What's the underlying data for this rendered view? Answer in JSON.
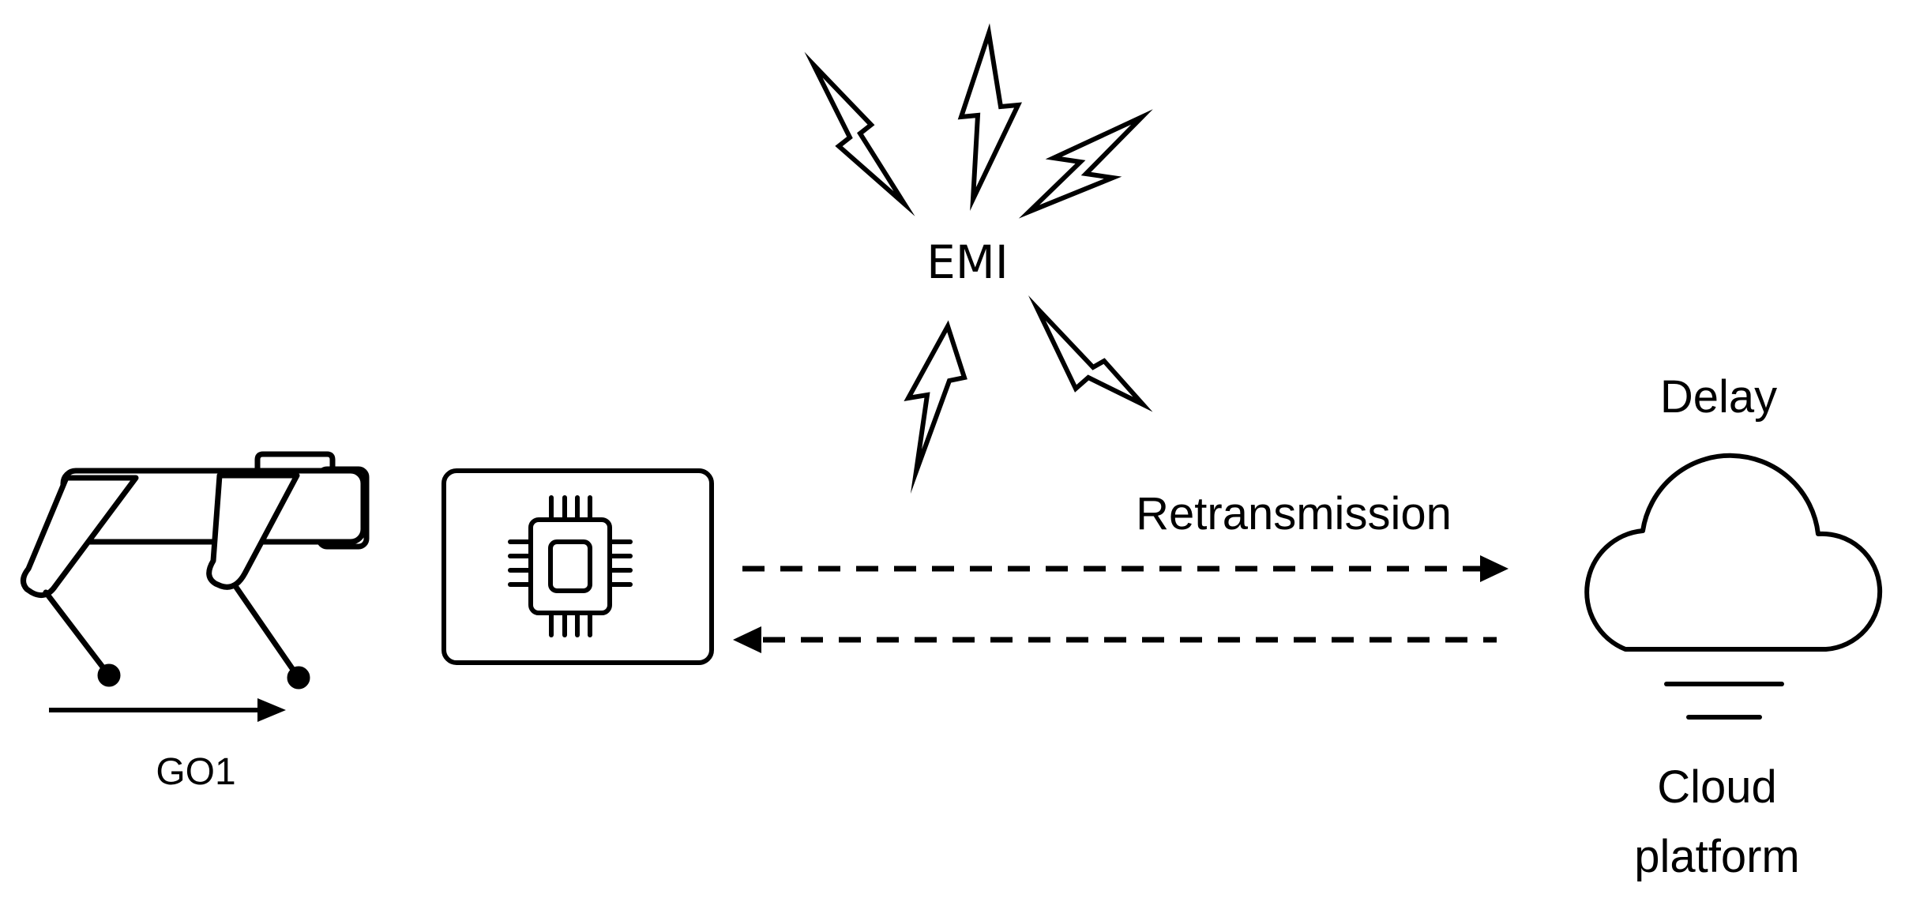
{
  "labels": {
    "robot": "GO1",
    "interference": "EMI",
    "link": "Retransmission",
    "cloud_delay": "Delay",
    "cloud_line1": "Cloud",
    "cloud_line2": "platform"
  },
  "colors": {
    "stroke": "#000000",
    "background": "#ffffff"
  },
  "icons": [
    "robot-dog-icon",
    "chip-icon",
    "lightning-icon",
    "cloud-icon"
  ]
}
